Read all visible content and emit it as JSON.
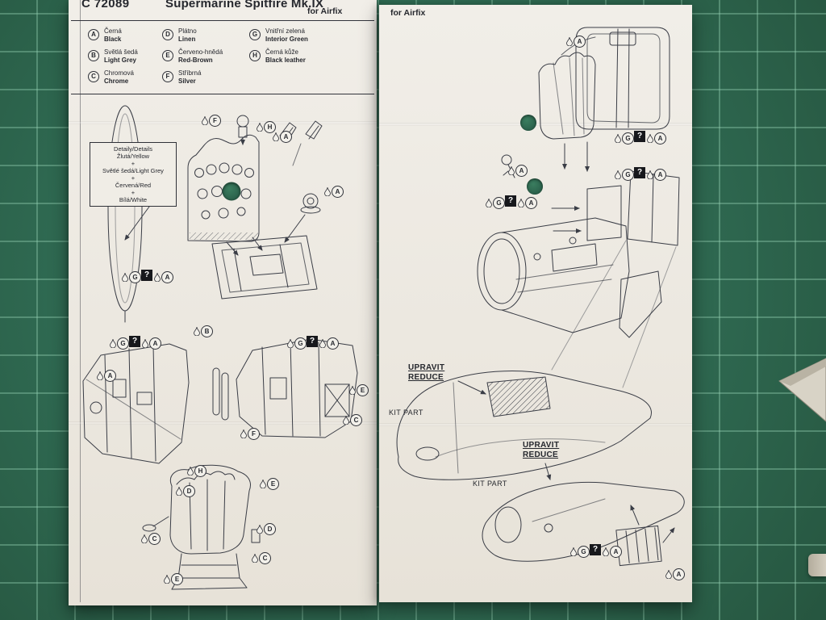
{
  "colors": {
    "mat_green": "#2f6a52",
    "grid_line": "#96d2b4",
    "paper": "#efece5",
    "ink": "#2f3138",
    "hole_green": "#2f7257"
  },
  "labels": {
    "upravit": "UPRAVIT",
    "reduce": "REDUCE",
    "kit_part": "KIT PART",
    "pe_marker": "?"
  },
  "left_sheet": {
    "header": {
      "code": "C 72089",
      "title": "Supermarine Spitfire Mk.IX",
      "subtitle": "for Airfix"
    },
    "legend": {
      "items": [
        {
          "letter": "A",
          "czech": "Černá",
          "english": "Black"
        },
        {
          "letter": "B",
          "czech": "Světlá šedá",
          "english": "Light Grey"
        },
        {
          "letter": "C",
          "czech": "Chromová",
          "english": "Chrome"
        },
        {
          "letter": "D",
          "czech": "Plátno",
          "english": "Linen"
        },
        {
          "letter": "E",
          "czech": "Červeno-hnědá",
          "english": "Red-Brown"
        },
        {
          "letter": "F",
          "czech": "Stříbrná",
          "english": "Silver"
        },
        {
          "letter": "G",
          "czech": "Vnitřní zelená",
          "english": "Interior Green"
        },
        {
          "letter": "H",
          "czech": "Černá kůže",
          "english": "Black leather"
        }
      ]
    },
    "spinner_note": {
      "lines": [
        "Detaily/Details",
        "Žlutá/Yellow",
        "+",
        "Světlé šedá/Light Grey",
        "+",
        "Červená/Red",
        "+",
        "Bílá/White"
      ]
    },
    "callouts": [
      "F",
      "H",
      "A",
      "A",
      "G",
      "A",
      "G",
      "A",
      "G",
      "A",
      "A",
      "B",
      "E",
      "F",
      "C",
      "H",
      "D",
      "E",
      "C",
      "D",
      "C",
      "E"
    ]
  },
  "right_sheet": {
    "header": {
      "subtitle": "for Airfix"
    },
    "callouts": [
      "A",
      "G",
      "A",
      "G",
      "A",
      "A",
      "G",
      "A",
      "G",
      "A",
      "A"
    ]
  }
}
